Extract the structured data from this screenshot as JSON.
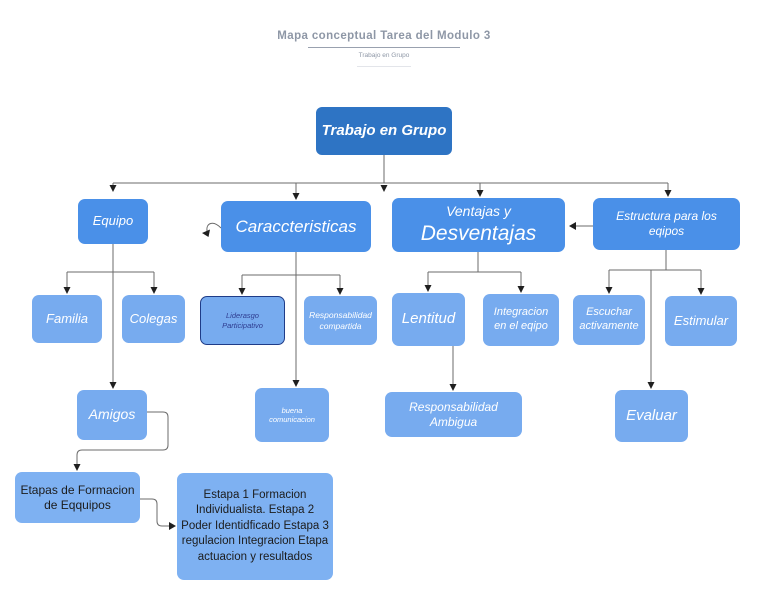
{
  "header": {
    "title": "Mapa conceptual Tarea del Modulo 3",
    "subtitle": "Trabajo en Grupo"
  },
  "nodes": {
    "root": {
      "label": "Trabajo en  Grupo"
    },
    "equipo": {
      "label": "Equipo"
    },
    "caracteristicas": {
      "label": "Caraccteristicas"
    },
    "ventajas": {
      "line1": "Ventajas y",
      "line2": "Desventajas"
    },
    "estructura": {
      "label": "Estructura para los eqipos"
    },
    "familia": {
      "label": "Familia"
    },
    "colegas": {
      "label": "Colegas"
    },
    "liderasgo": {
      "label": "Liderasgo Participativo"
    },
    "resp_compartida": {
      "label": "Responsabilidad compartida"
    },
    "lentitud": {
      "label": "Lentitud"
    },
    "integracion": {
      "label": "Integracion en el eqipo"
    },
    "escuchar": {
      "label": "Escuchar activamente"
    },
    "estimular": {
      "label": "Estimular"
    },
    "amigos": {
      "label": "Amigos"
    },
    "buena_comunicacion": {
      "label": "buena comunicacion"
    },
    "resp_ambigua": {
      "label": "Responsabilidad Ambigua"
    },
    "evaluar": {
      "label": "Evaluar"
    },
    "etapas": {
      "label": "Etapas de Formacion de Eqquipos"
    },
    "etapas_detalle": {
      "label": "Estapa 1 Formacion Individualista. Estapa 2 Poder Identidficado Estapa 3  regulacion Integracion Etapa  actuacion y resultados"
    }
  },
  "colors": {
    "root_fill": "#2e74c4",
    "branch_fill": "#4a90e8",
    "child_fill": "#77abef",
    "paper_fill": "#7eb1f2",
    "lider_border": "#1f3c88",
    "lider_text": "#2f3d91",
    "title_text": "#8e97a6",
    "title_rule": "#99a1af"
  }
}
